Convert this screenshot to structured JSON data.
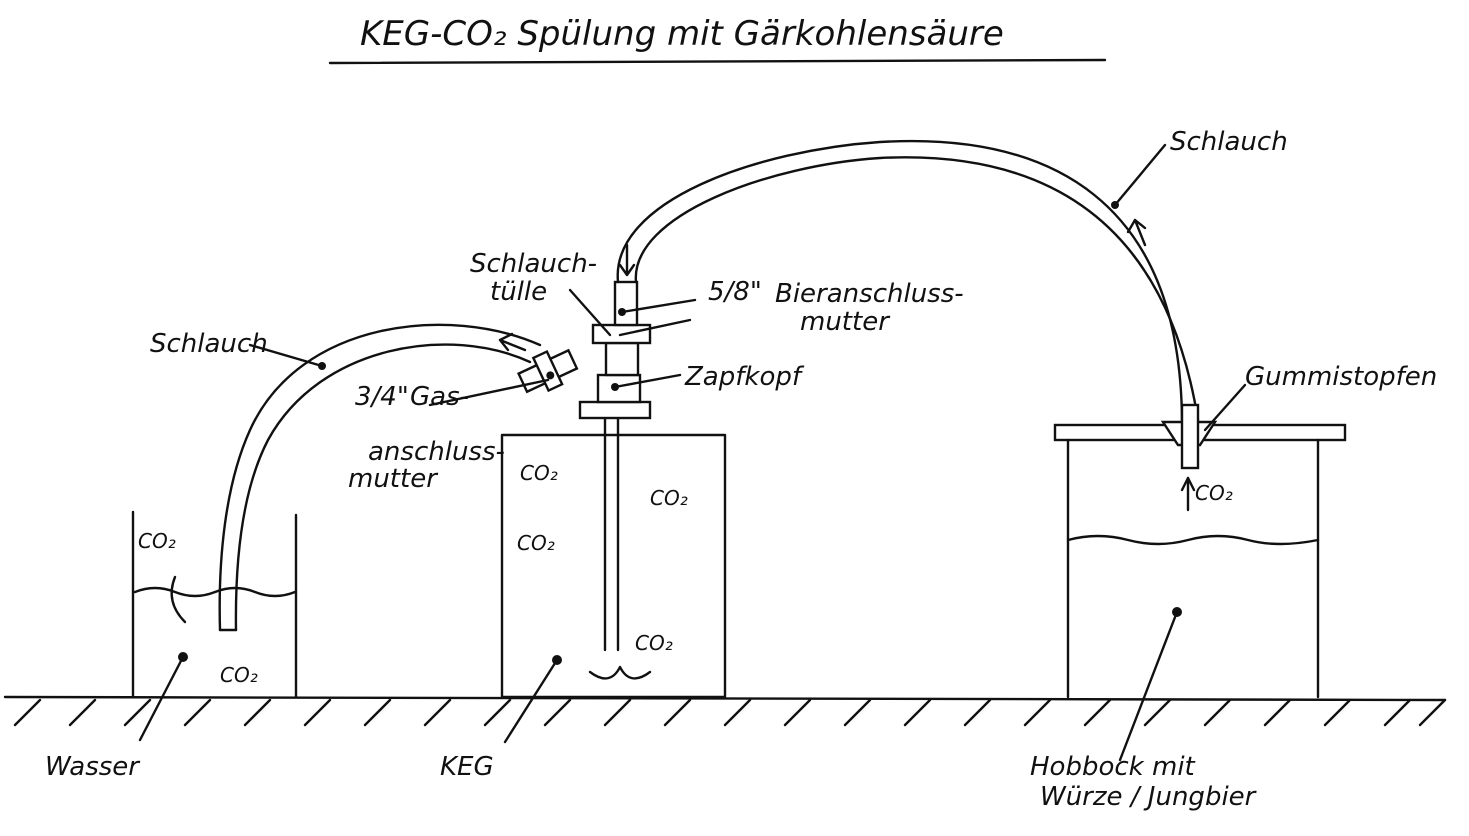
{
  "title": "KEG-CO₂ Spülung mit Gärkohlensäure",
  "labels": {
    "hose_top": "Schlauch",
    "hose_left": "Schlauch",
    "hose_nozzle_1": "Schlauch-",
    "hose_nozzle_2": "tülle",
    "beer_nut_size": "5/8\"",
    "beer_nut_1": "Bieranschluss-",
    "beer_nut_2": "mutter",
    "tap_head": "Zapfkopf",
    "gas_nut_size": "3/4\"",
    "gas_nut_1": "Gas-",
    "gas_nut_2": "anschluss-",
    "gas_nut_3": "mutter",
    "rubber_stopper": "Gummistopfen",
    "water": "Wasser",
    "keg": "KEG",
    "hobbock_1": "Hobbock mit",
    "hobbock_2": "Würze / Jungbier",
    "co2": "CO₂"
  }
}
